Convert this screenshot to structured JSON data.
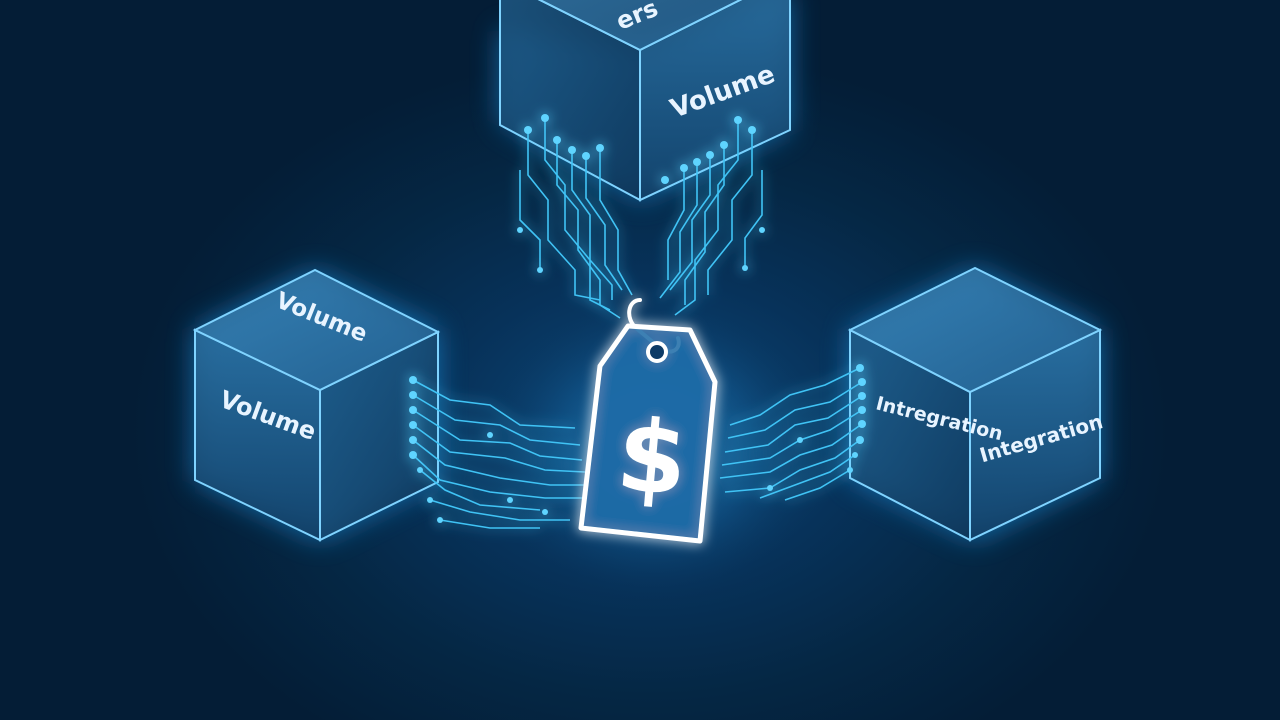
{
  "cubes": {
    "top": {
      "top_face_label": "ers",
      "front_face_label": "Volume"
    },
    "left": {
      "top_face_label": "Volume",
      "front_face_label": "Volume"
    },
    "right": {
      "left_face_label": "Intregration",
      "front_face_label": "Integration"
    }
  },
  "price_tag": {
    "symbol": "$"
  },
  "colors": {
    "background": "#05223f",
    "glow": "#39b6ff",
    "circuit": "#3fc3f5",
    "cube_edge": "#7fd3ff"
  },
  "icons": [
    "price-tag-icon",
    "dollar-sign-icon",
    "circuit-traces"
  ]
}
